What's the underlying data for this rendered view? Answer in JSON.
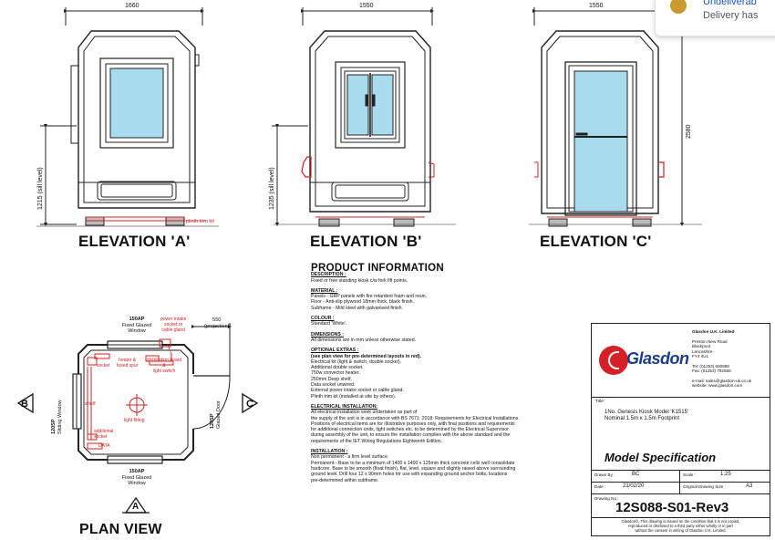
{
  "elevations": {
    "a": {
      "title": "ELEVATION 'A'",
      "width_dim": "1660",
      "height_dim": "1215 (sill level)",
      "trim_note": "plinth trim kit"
    },
    "b": {
      "title": "ELEVATION 'B'",
      "width_dim": "1550",
      "height_dim": "1235 (sill level)"
    },
    "c": {
      "title": "ELEVATION 'C'",
      "width_dim": "1550",
      "height_dim": "2580"
    }
  },
  "plan": {
    "title": "PLAN VIEW",
    "top_window": [
      "150AP",
      "Fixed Glazed",
      "Window"
    ],
    "bottom_window": [
      "150AP",
      "Fixed Glazed",
      "Window"
    ],
    "left_window": [
      "120SP",
      "Sliding Window"
    ],
    "right_door": [
      "120SP",
      "Glazed Door"
    ],
    "projection_dim": [
      "550",
      "(projection)"
    ],
    "view_a": "A",
    "view_b": "B",
    "view_c": "C",
    "notes": {
      "power_intake": [
        "power intake",
        "socket or",
        "cable gland"
      ],
      "heater": [
        "heater &",
        "fused spur"
      ],
      "dist_board": [
        "distribution board &",
        "light switch"
      ],
      "socket": "socket",
      "shelf": "shelf",
      "light": "light fitting",
      "additional_socket": [
        "additional",
        "socket"
      ],
      "data": "DATA"
    }
  },
  "product_info": {
    "heading": "PRODUCT INFORMATION",
    "description_label": "DESCRIPTION :",
    "description": "Fixed or free standing kiosk c/w fork lift points.",
    "material_label": "MATERIAL :",
    "material": [
      "Panels - GRP panels with fire retardent foam and resin.",
      "Floor - Anti-slip plywood 18mm thick, black finish.",
      "Subframe - Mild steel with galvanised finish."
    ],
    "colour_label": "COLOUR :",
    "colour": "Standard 'White'.",
    "dimensions_label": "DIMENSIONS :",
    "dimensions": "All dimensions are in mm unless otherwise stated.",
    "optional_label": "OPTIONAL EXTRAS :",
    "optional_sub": "(see plan view for pre-determined layouts in red).",
    "optional": [
      "Electrical kit (light & switch, double socket).",
      "Additional double socket.",
      "750w convector heater.",
      "250mm Deep shelf.",
      "Data socket unwired.",
      "External power intake socket or cable gland.",
      "Plinth trim kit (installed at site by others)."
    ],
    "electrical_label": "ELECTRICAL INSTALLATION:",
    "electrical": [
      "All electrical installation work undertaken as part of",
      "the supply of the unit is in accordance with BS 7671: 2018: Requirements for Electrical Installations.",
      "Positions of electrical items are for illustrative purposes only, with final positions and requirements",
      "for additional connection units, light switches etc. to be determined by the Electrical Supervisor",
      "during assembly of the unit, to ensure the installation complies with the above standard and the",
      "requirements of the IET Wiring Regulations Eighteenth Edition."
    ],
    "installation_label": "INSTALLATION :",
    "installation": [
      "Non permanent - a firm level surface.",
      "Permanent - Base to be a minimum of 1400 x 1400 x 125mm thick concrete cells well consolidate",
      "hardcore. Base to be smooth (float finish), flat, level, square and slightly raised above surrounding",
      "ground level. Drill four 12 x 90mm holes for use with expanding ground anchor bolts, locations",
      "pre-determined within subframe."
    ]
  },
  "title_block": {
    "logo_text": "Glasdon",
    "company": [
      "Glasdon U.K. Limited",
      "",
      "Preston New Road",
      "Blackpool",
      "Lancashire",
      "FY4 4UL",
      "",
      "Tel: (01253) 600888",
      "Fax: (01253) 792558",
      "",
      "e-mail: sales@glasdon-uk.co.uk",
      "website: www.glasdon.com"
    ],
    "title_label": "Title :",
    "title_lines": [
      "1No. Genesis Kiosk Model 'K1515'",
      "Nominal 1.5m x 1.5m Footprint"
    ],
    "spec": "Model Specification",
    "drawn_by_label": "Drawn By :",
    "drawn_by": "BC",
    "scale_label": "Scale :",
    "scale": "1:25",
    "date_label": "Date :",
    "date": "21/02/20",
    "size_label": "Original Drawing Size :",
    "size": "A3",
    "drawing_no_label": "Drawing No :",
    "drawing_no": "12S088-S01-Rev3",
    "copyright": [
      "Glasdon©. This drawing is issued on the condition that it is not copied,",
      "reproduced or disclosed to a third party either wholly or in part",
      "without the consent in writing of Glasdon U.K. Limited."
    ]
  },
  "toast": {
    "line1": "Undeliverab",
    "line2": "Delivery has"
  },
  "colors": {
    "red": "#d42020",
    "glass": "#a9dbee",
    "logo_red": "#d61f26",
    "logo_blue": "#1a3c8c"
  }
}
